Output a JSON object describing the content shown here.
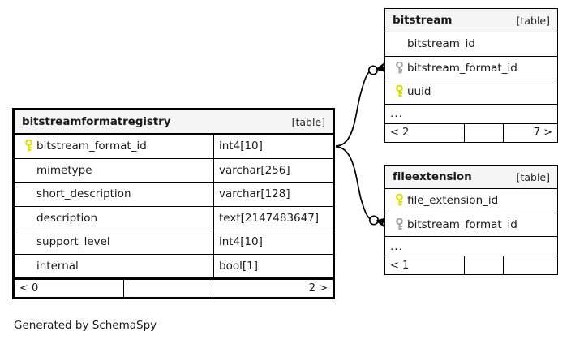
{
  "diagram": {
    "caption": "Generated by SchemaSpy",
    "table_tag": "[table]",
    "ellipsis": "...",
    "colors": {
      "primary_key": "#e8e800",
      "foreign_key": "#a8a8a8",
      "border": "#000000",
      "header_bg": "#f5f5f5",
      "background": "#ffffff"
    }
  },
  "tables": {
    "bitstreamformatregistry": {
      "name": "bitstreamformatregistry",
      "tag": "[table]",
      "columns": [
        {
          "name": "bitstream_format_id",
          "type": "int4[10]",
          "key": "primary"
        },
        {
          "name": "mimetype",
          "type": "varchar[256]",
          "key": "none"
        },
        {
          "name": "short_description",
          "type": "varchar[128]",
          "key": "none"
        },
        {
          "name": "description",
          "type": "text[2147483647]",
          "key": "none"
        },
        {
          "name": "support_level",
          "type": "int4[10]",
          "key": "none"
        },
        {
          "name": "internal",
          "type": "bool[1]",
          "key": "none"
        }
      ],
      "footer": {
        "parents": "< 0",
        "middle": "",
        "children": "2 >"
      }
    },
    "bitstream": {
      "name": "bitstream",
      "tag": "[table]",
      "columns": [
        {
          "name": "bitstream_id",
          "key": "none"
        },
        {
          "name": "bitstream_format_id",
          "key": "foreign"
        },
        {
          "name": "uuid",
          "key": "primary"
        }
      ],
      "more": "...",
      "footer": {
        "parents": "< 2",
        "middle": "",
        "children": "7 >"
      }
    },
    "fileextension": {
      "name": "fileextension",
      "tag": "[table]",
      "columns": [
        {
          "name": "file_extension_id",
          "key": "primary"
        },
        {
          "name": "bitstream_format_id",
          "key": "foreign"
        }
      ],
      "more": "...",
      "footer": {
        "parents": "< 1",
        "middle": "",
        "children": ""
      }
    }
  },
  "relationships": [
    {
      "name": "bitstreamformatregistry-to-bitstream",
      "from_table": "bitstreamformatregistry",
      "from_column": "bitstream_format_id",
      "to_table": "bitstream",
      "to_column": "bitstream_format_id",
      "cardinality": "zero-or-more"
    },
    {
      "name": "bitstreamformatregistry-to-fileextension",
      "from_table": "bitstreamformatregistry",
      "from_column": "bitstream_format_id",
      "to_table": "fileextension",
      "to_column": "bitstream_format_id",
      "cardinality": "zero-or-more"
    }
  ]
}
